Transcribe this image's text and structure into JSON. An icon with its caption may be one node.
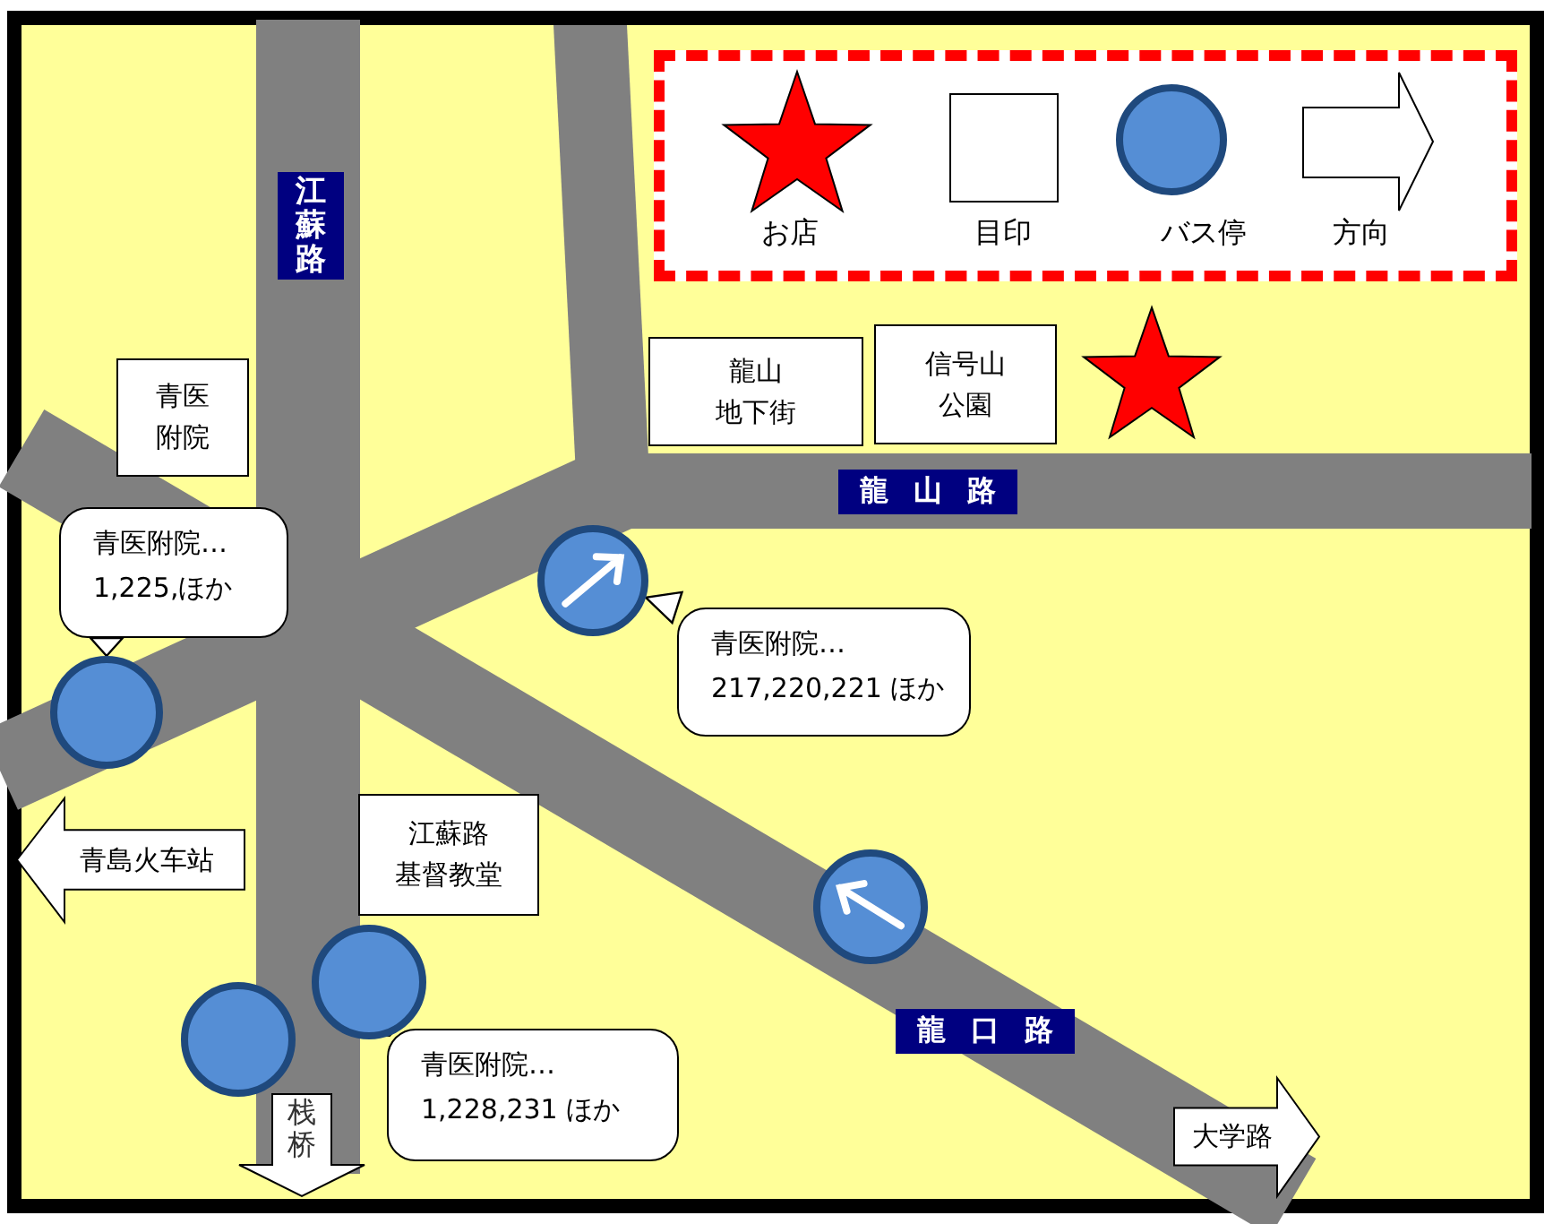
{
  "diagram": {
    "nodes": [
      {
        "text": [
          "青医附院"
        ]
      },
      {
        "text": [
          "龍山地下街"
        ]
      },
      {
        "text": [
          "信号山公園"
        ]
      },
      {
        "text": [],
        "shape": "star"
      },
      {
        "text": [
          "青医附院…",
          "1,225,ほか"
        ]
      },
      {
        "text": [],
        "shape": "circle"
      },
      {
        "text": [
          "青医附院…",
          "217,220,221 ほか"
        ]
      },
      {
        "text": [],
        "shape": "circle"
      },
      {
        "text": [
          "青島火车站"
        ]
      },
      {
        "text": [
          "江蘇路基督教堂"
        ]
      },
      {
        "text": [],
        "shape": "circle"
      },
      {
        "text": [],
        "shape": "circle"
      },
      {
        "text": [],
        "shape": "circle"
      },
      {
        "text": [
          "青医附院…",
          "1,228,231 ほか"
        ]
      },
      {
        "text": [
          "栈桥"
        ]
      },
      {
        "text": [
          "大学路"
        ]
      }
    ],
    "edges": [
      {
        "from": 4,
        "to": 7,
        "arrow": "none"
      },
      {
        "from": 6,
        "to": 5,
        "arrow": "none"
      },
      {
        "from": 13,
        "to": 11,
        "arrow": "none"
      }
    ],
    "labels": [
      "江蘇路",
      "龍山路",
      "龍口路"
    ],
    "legend": [
      {
        "text": "お店"
      },
      {
        "text": "目印"
      },
      {
        "text": "バス停"
      },
      {
        "text": "方向"
      }
    ]
  }
}
